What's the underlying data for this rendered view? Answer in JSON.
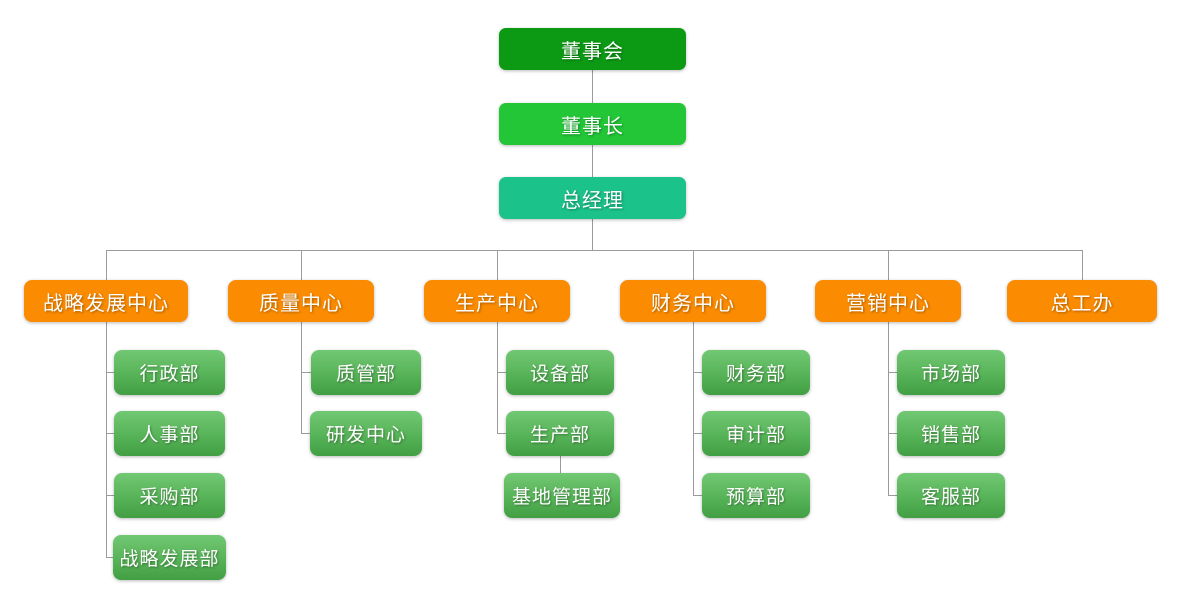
{
  "chart": {
    "background": "#ffffff",
    "connector_color": "#9b9b9b",
    "colors": {
      "board": "#0c9a14",
      "chairman": "#22c637",
      "general_manager": "#1bc289",
      "center": "#fb8b00",
      "department_gradient_top": "#72c873",
      "department_gradient_bottom": "#429f44"
    },
    "root_chain": [
      {
        "label": "董事会"
      },
      {
        "label": "董事长"
      },
      {
        "label": "总经理"
      }
    ],
    "centers": [
      {
        "label": "战略发展中心",
        "departments": [
          {
            "label": "行政部"
          },
          {
            "label": "人事部"
          },
          {
            "label": "采购部"
          },
          {
            "label": "战略发展部"
          }
        ]
      },
      {
        "label": "质量中心",
        "departments": [
          {
            "label": "质管部"
          },
          {
            "label": "研发中心"
          }
        ]
      },
      {
        "label": "生产中心",
        "departments": [
          {
            "label": "设备部"
          },
          {
            "label": "生产部",
            "children": [
              {
                "label": "基地管理部"
              }
            ]
          }
        ]
      },
      {
        "label": "财务中心",
        "departments": [
          {
            "label": "财务部"
          },
          {
            "label": "审计部"
          },
          {
            "label": "预算部"
          }
        ]
      },
      {
        "label": "营销中心",
        "departments": [
          {
            "label": "市场部"
          },
          {
            "label": "销售部"
          },
          {
            "label": "客服部"
          }
        ]
      },
      {
        "label": "总工办",
        "departments": []
      }
    ]
  }
}
